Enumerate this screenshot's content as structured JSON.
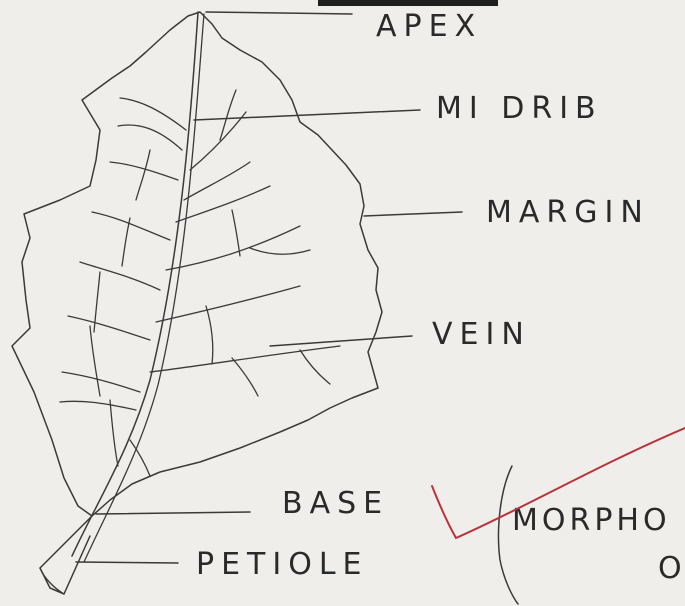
{
  "labels": {
    "apex": "APEX",
    "midrib": "MI DRIB",
    "margin": "MARGIN",
    "vein": "VEIN",
    "base": "BASE",
    "petiole": "PETIOLE"
  },
  "caption": {
    "line1": "MORPHO",
    "line2": "O"
  },
  "colors": {
    "paper": "#efeeea",
    "ink": "#3a3a3a",
    "tick": "#b8333b"
  }
}
